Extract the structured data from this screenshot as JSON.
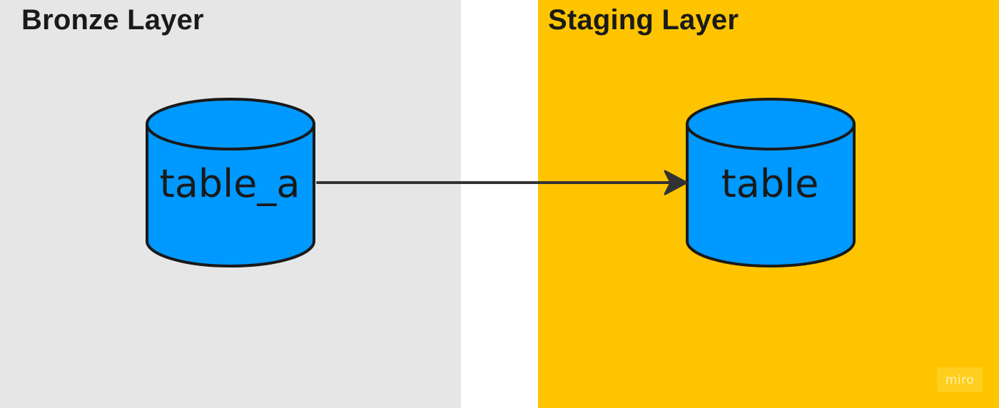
{
  "zones": {
    "bronze": {
      "title": "Bronze Layer",
      "color": "#e6e6e6"
    },
    "staging": {
      "title": "Staging Layer",
      "color": "#ffc400"
    }
  },
  "nodes": {
    "source": {
      "label": "table_a",
      "fill": "#0099ff"
    },
    "target": {
      "label": "table",
      "fill": "#0099ff"
    }
  },
  "edge": {
    "from": "table_a",
    "to": "table",
    "color": "#333333"
  },
  "watermark": {
    "text": "miro"
  }
}
